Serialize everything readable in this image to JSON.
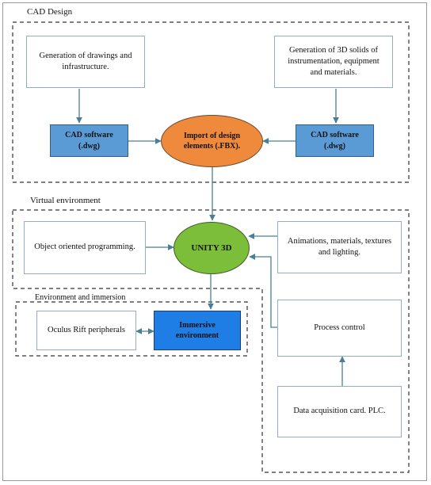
{
  "sections": {
    "cad_design": "CAD Design",
    "virtual_environment": "Virtual environment",
    "environment_immersion": "Environment and immersion"
  },
  "nodes": {
    "drawings": "Generation of drawings and infrastructure.",
    "solids": "Generation of 3D solids of instrumentation, equipment and materials.",
    "cad_left": "CAD software (.dwg)",
    "cad_right": "CAD software (.dwg)",
    "import": "Import of design elements (.FBX).",
    "unity": "UNITY 3D",
    "oop": "Object oriented programming.",
    "animations": "Animations, materials, textures and lighting.",
    "oculus": "Oculus Rift peripherals",
    "immersive": "Immersive environment",
    "process": "Process control",
    "daq": "Data acquisition card. PLC."
  },
  "colors": {
    "blue_box": "#5b9bd5",
    "immersive_box": "#1e7ee6",
    "import_oval": "#ef8a3c",
    "unity_oval": "#7cbd3a",
    "arrow": "#4a7f95",
    "dashed_border": "#333333"
  }
}
